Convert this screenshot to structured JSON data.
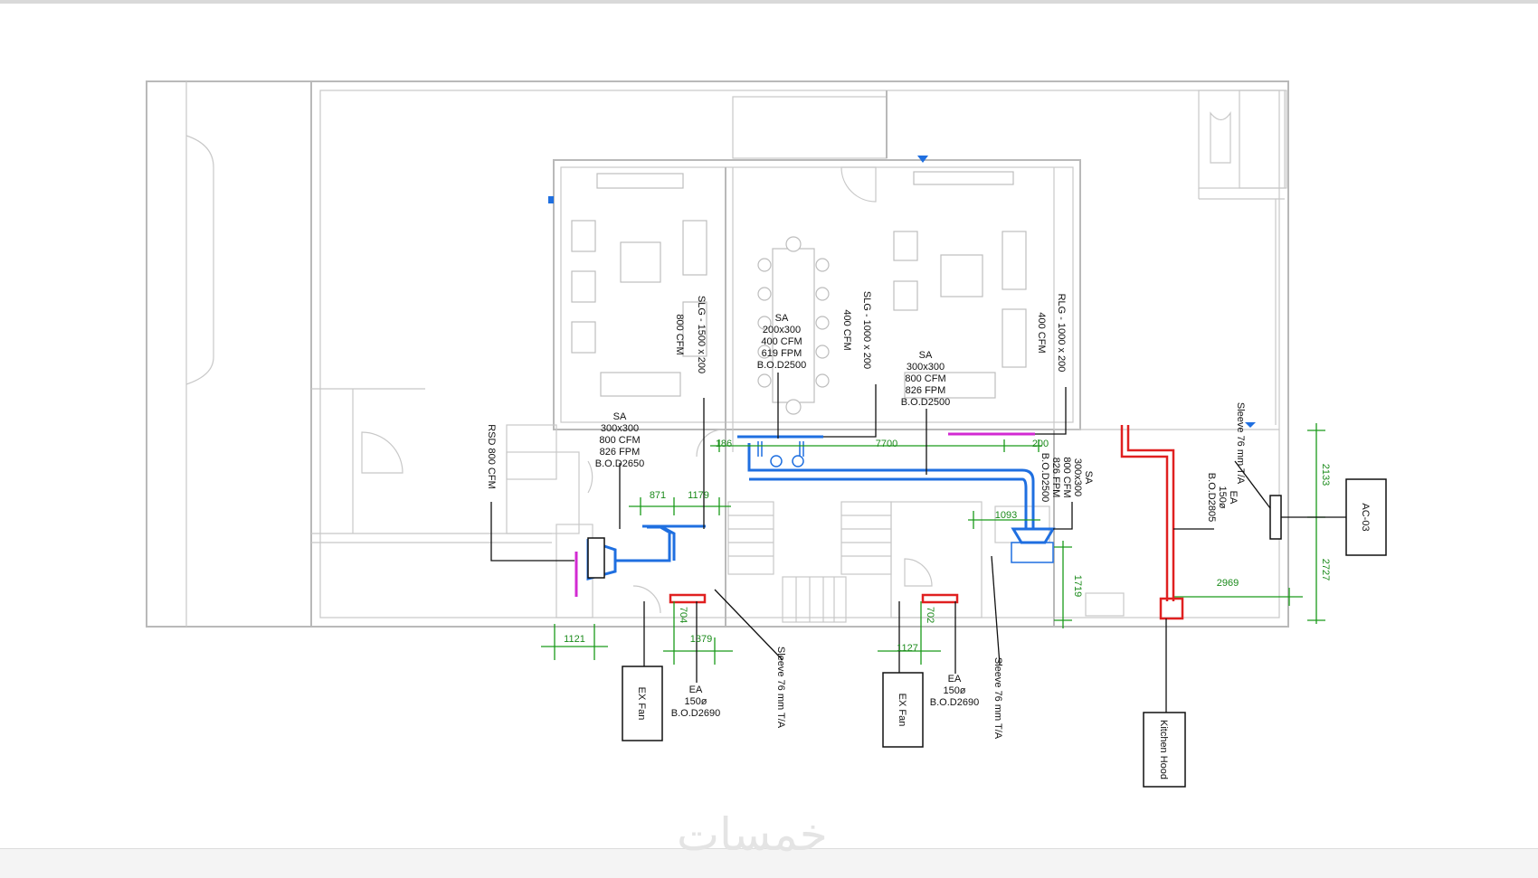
{
  "labels": {
    "sa_1": [
      "SA",
      "200x300",
      "400 CFM",
      "619 FPM",
      "B.O.D2500"
    ],
    "sa_2": [
      "SA",
      "300x300",
      "800 CFM",
      "826 FPM",
      "B.O.D2500"
    ],
    "sa_3": [
      "SA",
      "300x300",
      "800 CFM",
      "826 FPM",
      "B.O.D2650"
    ],
    "sa_4": [
      "SA",
      "300x300",
      "800 CFM",
      "826 FPM",
      "B.O.D2500"
    ],
    "slg_1": [
      "SLG - 1500 x 200",
      "800 CFM"
    ],
    "slg_2": [
      "SLG - 1000 x 200",
      "400 CFM"
    ],
    "rlg": [
      "RLG - 1000 x 200",
      "400 CFM"
    ],
    "rsd": "RSD 800 CFM",
    "ea_1": [
      "EA",
      "150ø",
      "B.O.D2690"
    ],
    "ea_2": [
      "EA",
      "150ø",
      "B.O.D2690"
    ],
    "ea_3": [
      "EA",
      "150ø",
      "B.O.D2805"
    ],
    "sleeve_1": "Sleeve 76 mm T/A",
    "sleeve_2": "Sleeve 76 mm T/A",
    "sleeve_3": "Sleeve 76 mm T/A",
    "boxes": {
      "ex_fan_1": "EX Fan",
      "ex_fan_2": "EX Fan",
      "kitchen_hood": "Kitchen Hood",
      "ac_03": "AC-03"
    }
  },
  "dimensions": {
    "d186": "186",
    "d7700": "7700",
    "d200": "200",
    "d871": "871",
    "d1179": "1179",
    "d1093": "1093",
    "d1719": "1719",
    "d2133": "2133",
    "d2727": "2727",
    "d2969": "2969",
    "d1121": "1121",
    "d704a": "704",
    "d1379": "1379",
    "d702": "702",
    "d1127": "1127"
  },
  "watermark": "خمسات",
  "colors": {
    "supply_duct": "#1f6fe0",
    "exhaust_duct": "#e02020",
    "dimension": "#1a8a1a",
    "grille": "#d22ad2",
    "walls": "#b9b9b9"
  }
}
